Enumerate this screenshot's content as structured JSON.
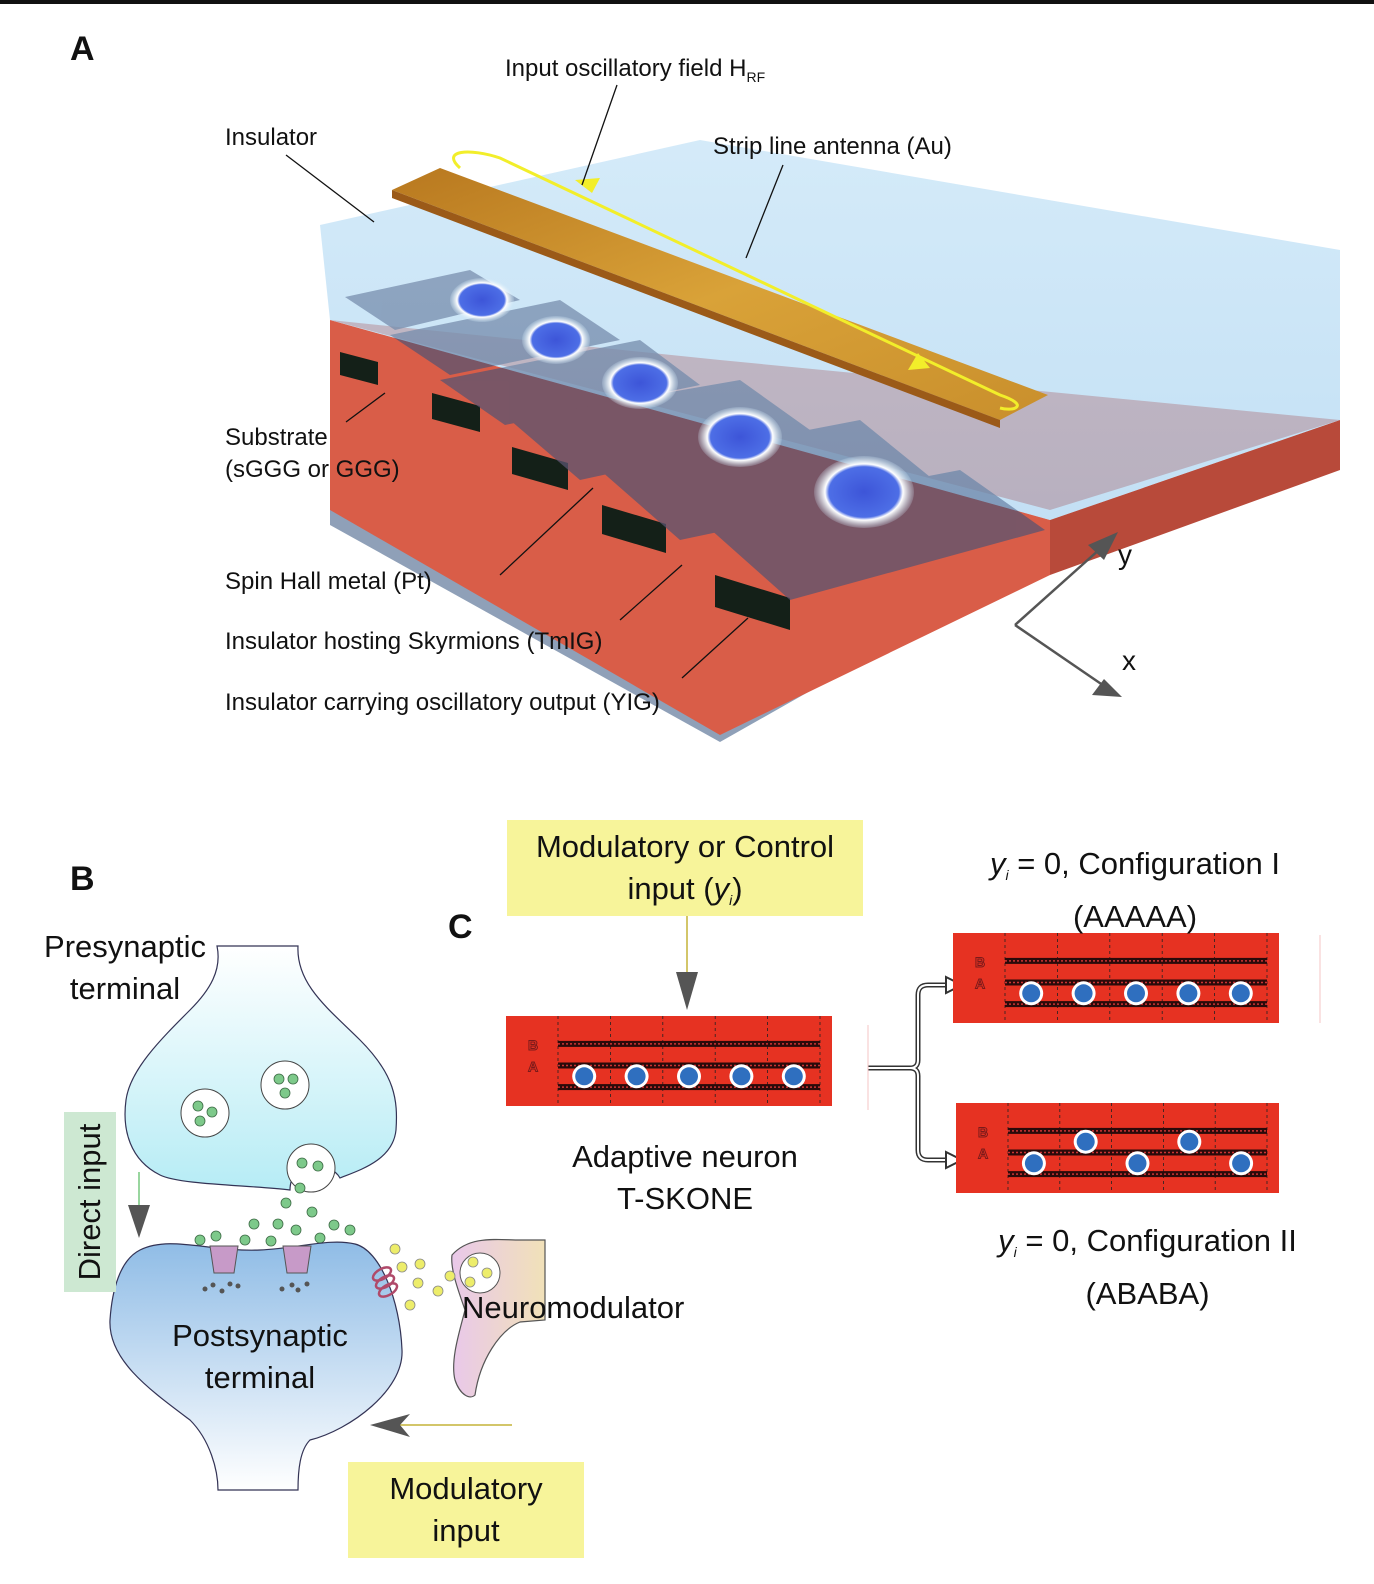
{
  "panels": {
    "A": {
      "label": "A",
      "annotations": {
        "input_field": "Input oscillatory field H",
        "input_field_sub": "RF",
        "antenna": "Strip line antenna (Au)",
        "insulator": "Insulator",
        "substrate_line1": "Substrate",
        "substrate_line2": "(sGGG or GGG)",
        "spin_hall": "Spin Hall metal (Pt)",
        "tmig": "Insulator hosting Skyrmions (TmIG)",
        "yig": "Insulator carrying oscillatory output (YIG)"
      },
      "axes": {
        "y": "y",
        "x": "x"
      },
      "skyrmion_count": 5
    },
    "B": {
      "label": "B",
      "presynaptic_line1": "Presynaptic",
      "presynaptic_line2": "terminal",
      "postsynaptic_line1": "Postsynaptic",
      "postsynaptic_line2": "terminal",
      "direct_input": "Direct input",
      "neuromodulator": "Neuromodulator",
      "modulatory_input_line1": "Modulatory",
      "modulatory_input_line2": "input"
    },
    "C": {
      "label": "C",
      "control_box_line1": "Modulatory or Control",
      "control_box_line2_pre": "input (",
      "control_box_var": "y",
      "control_box_sub": "i",
      "control_box_line2_post": ")",
      "neuron_line1": "Adaptive neuron",
      "neuron_line2": "T-SKONE",
      "track_labels": {
        "B": "B",
        "A": "A"
      },
      "config1": {
        "var": "y",
        "sub": "i",
        "line1_rest": " = 0, Configuration I",
        "line2": "(AAAAA)",
        "pattern": [
          "A",
          "A",
          "A",
          "A",
          "A"
        ]
      },
      "config2": {
        "var": "y",
        "sub": "i",
        "line1_rest": " = 0, Configuration II",
        "line2": "(ABABA)",
        "pattern": [
          "A",
          "B",
          "A",
          "B",
          "A"
        ]
      },
      "base_pattern": [
        "A",
        "A",
        "A",
        "A",
        "A"
      ]
    }
  },
  "colors": {
    "track_red": "#e63222",
    "skyrmion_blue": "#2f6fbf",
    "yellow_box": "#f7f49a",
    "green_box": "#cde8d2",
    "antenna_gold": "#d39a2f",
    "hrf_yellow": "#f2ee2a"
  }
}
